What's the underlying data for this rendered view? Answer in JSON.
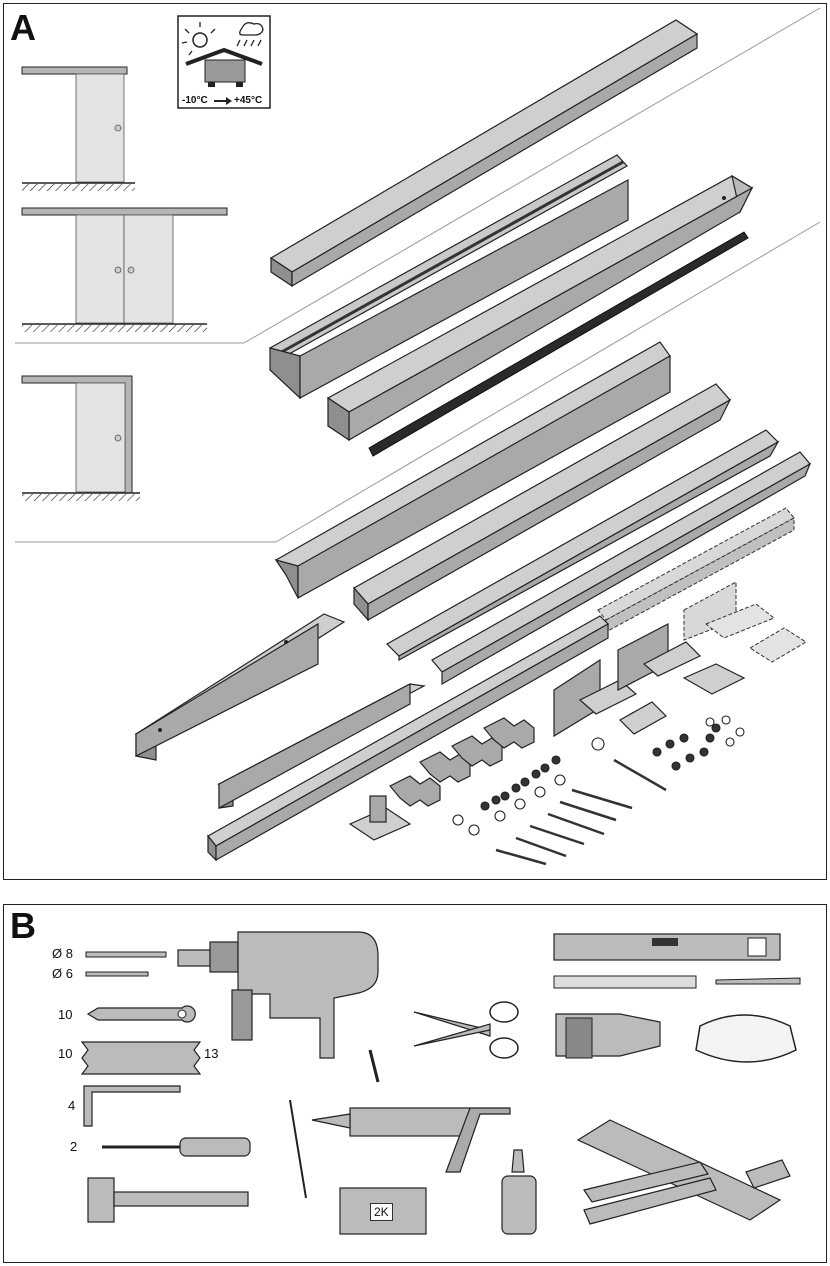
{
  "sections": {
    "a_letter": "A",
    "b_letter": "B"
  },
  "climate": {
    "temp_min": "-10°C",
    "temp_max": "+45°C"
  },
  "tools": {
    "drill_bit_8": "Ø 8",
    "drill_bit_6": "Ø 6",
    "wrench_size": "10",
    "spanner_left": "10",
    "spanner_right": "13",
    "allen_key_size": "4",
    "screwdriver_size": "2",
    "adhesive_label": "2K"
  },
  "colors": {
    "part_fill": "#a7a7a7",
    "door_fill": "#e3e3e3",
    "outline": "#222222",
    "light_fill": "#d0d0d0"
  }
}
